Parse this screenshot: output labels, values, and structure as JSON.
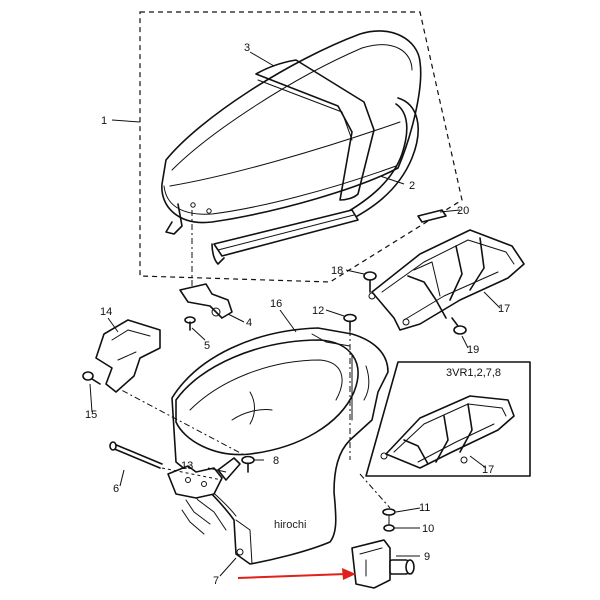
{
  "callouts": [
    "1",
    "2",
    "3",
    "4",
    "5",
    "6",
    "7",
    "8",
    "9",
    "10",
    "11",
    "12",
    "13",
    "14",
    "15",
    "16",
    "17",
    "17",
    "18",
    "19",
    "20"
  ],
  "inset": {
    "title": "3VR1,2,7,8"
  },
  "watermark": "hirochi",
  "colors": {
    "arrow": "#e0201a",
    "line": "#111111",
    "background": "#ffffff"
  }
}
